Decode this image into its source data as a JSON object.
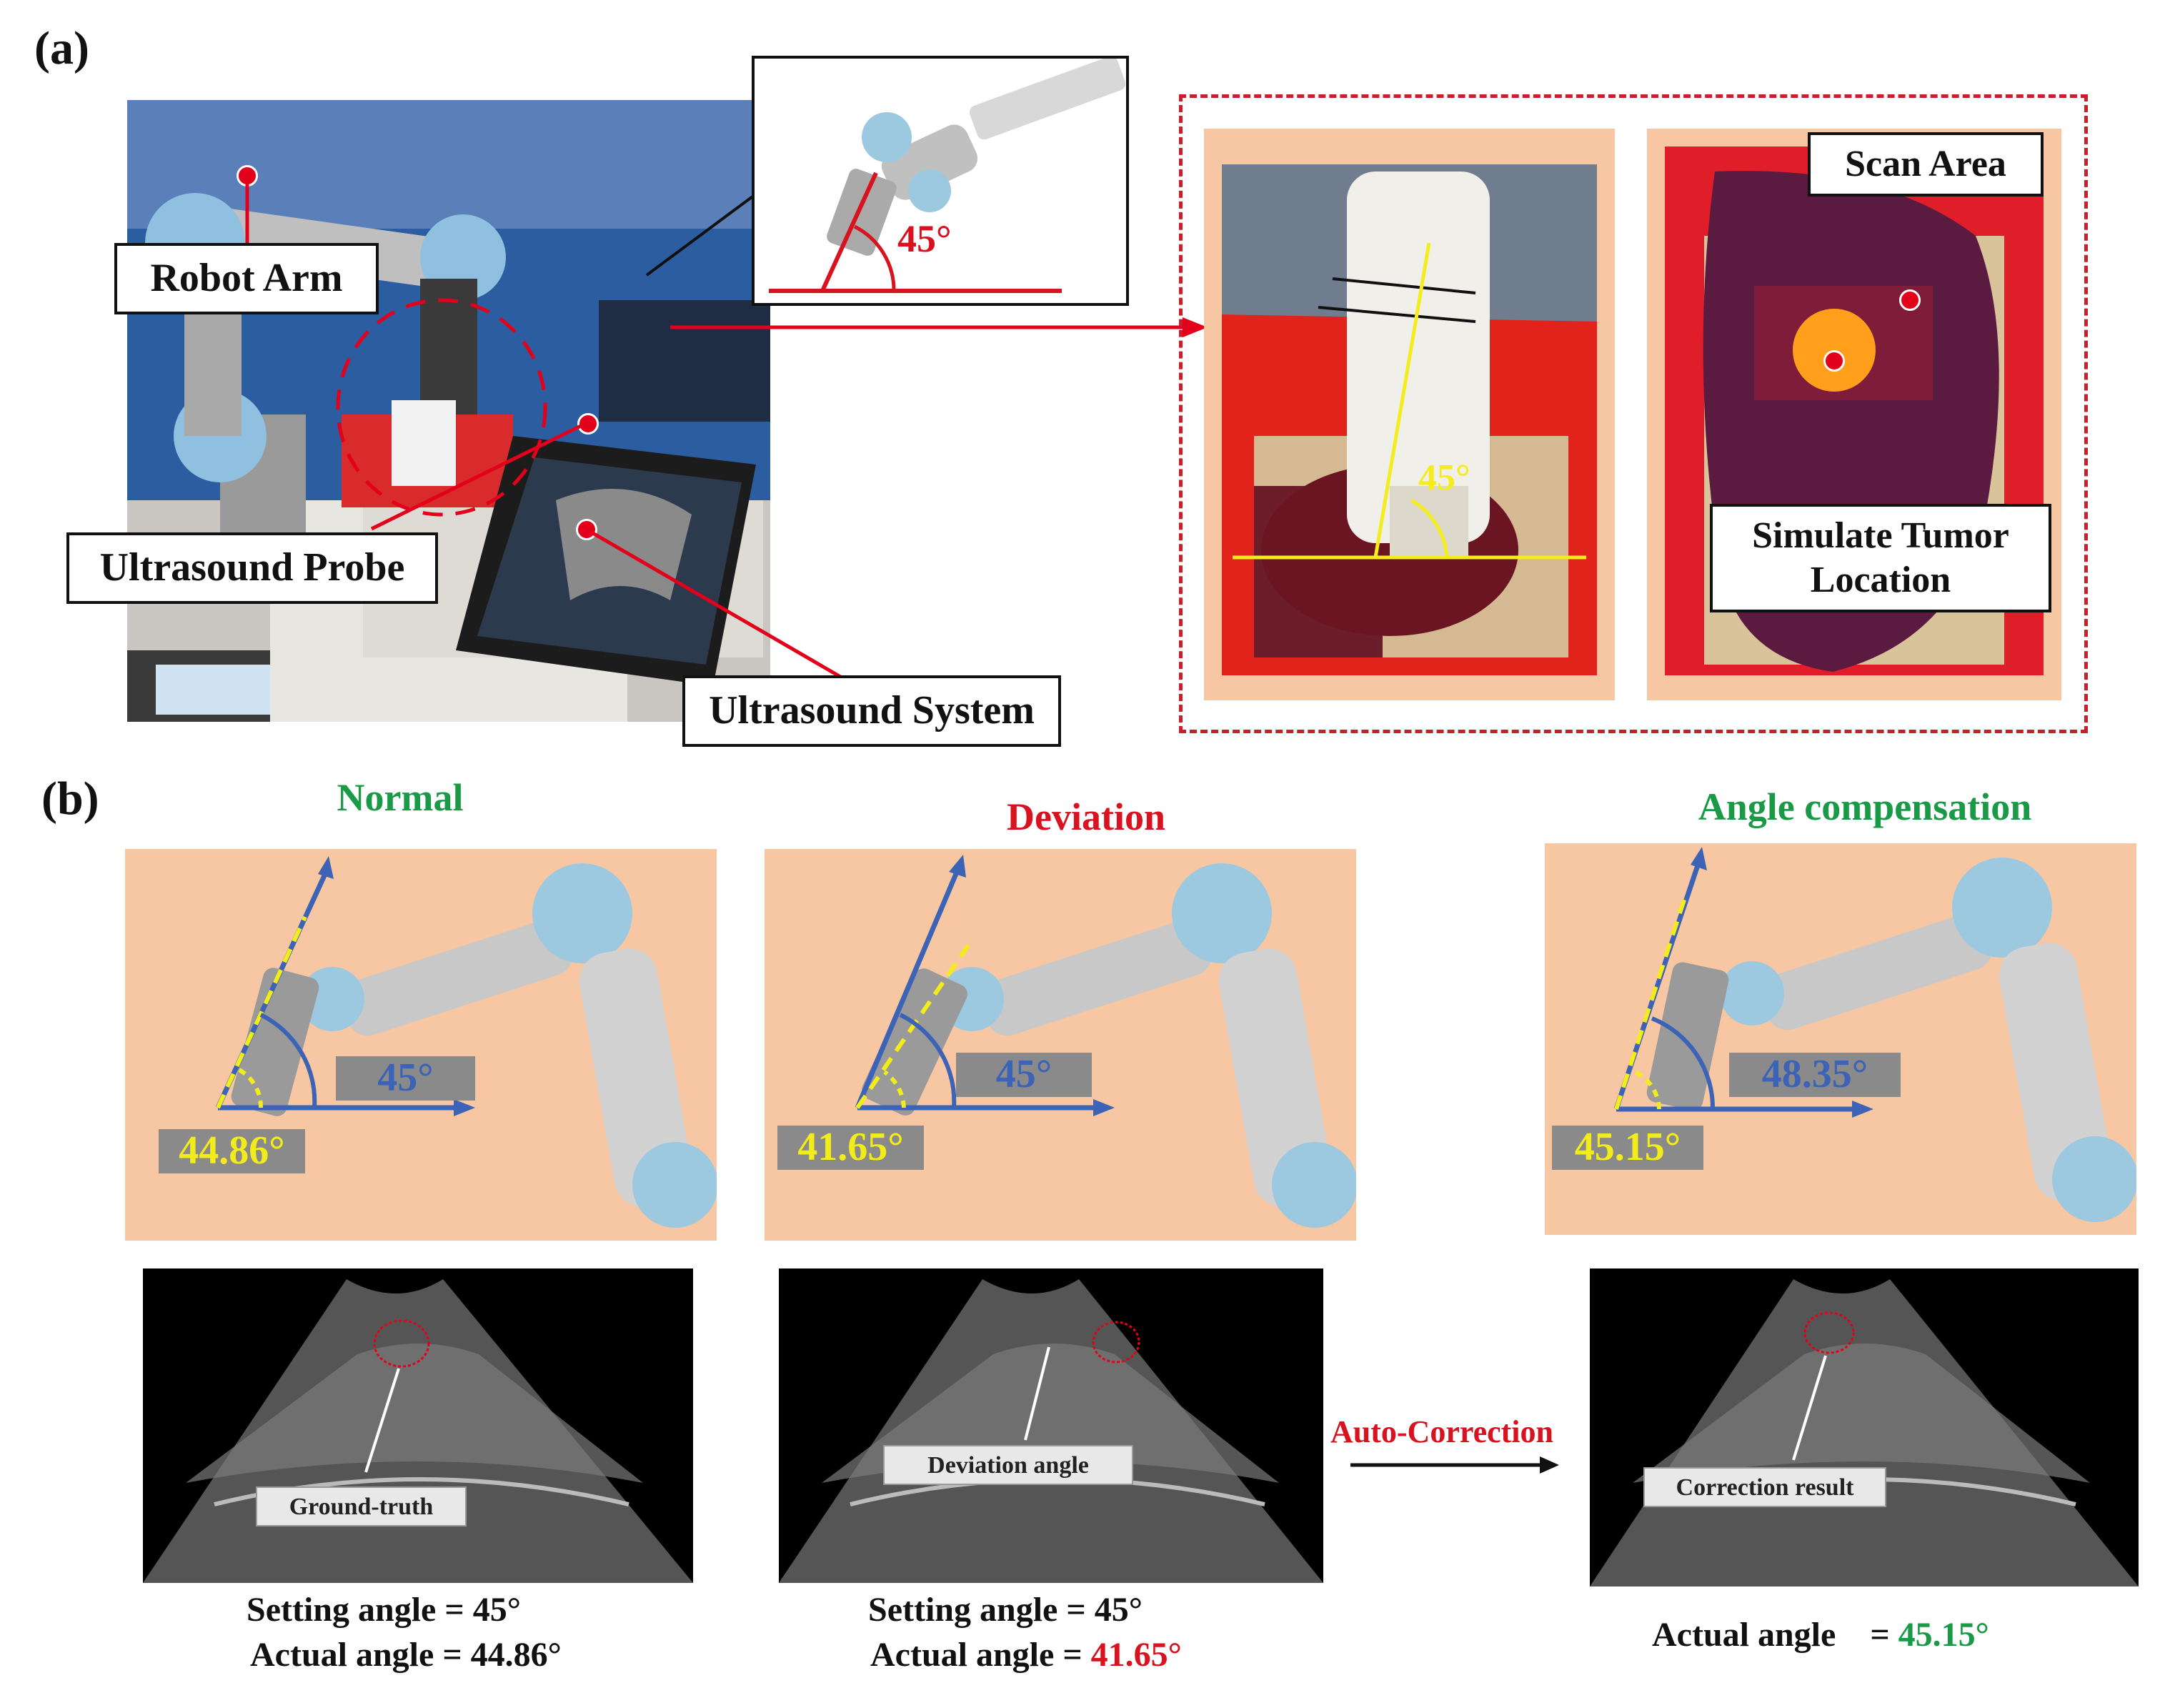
{
  "panel_a": {
    "letter": "(a)",
    "callouts": {
      "robot_arm": "Robot Arm",
      "ultrasound_probe": "Ultrasound Probe",
      "ultrasound_system": "Ultrasound System",
      "scan_area": "Scan Area",
      "simulate_tumor_line1": "Simulate Tumor",
      "simulate_tumor_line2": "Location"
    },
    "inset_angle": "45°",
    "phantom_angle": "45°"
  },
  "panel_b": {
    "letter": "(b)",
    "columns": [
      {
        "heading": "Normal",
        "set_angle_label": "45°",
        "measured_angle_label": "44.86°",
        "us_label": "Ground-truth",
        "caption_line1": "Setting angle = 45°",
        "caption_line2_prefix": "Actual angle  = ",
        "caption_line2_value": "44.86°"
      },
      {
        "heading": "Deviation",
        "set_angle_label": "45°",
        "measured_angle_label": "41.65°",
        "us_label": "Deviation angle",
        "caption_line1": "Setting angle = 45°",
        "caption_line2_prefix": "Actual angle  = ",
        "caption_line2_value": "41.65°"
      },
      {
        "heading": "Angle compensation",
        "set_angle_label": "48.35°",
        "measured_angle_label": "45.15°",
        "us_label": "Correction result",
        "caption_line2_prefix": "Actual angle    = ",
        "caption_line2_value": "45.15°"
      }
    ],
    "auto_correction": "Auto-Correction"
  },
  "colors": {
    "green": "#1a9a47",
    "red": "#d8121f",
    "yellow": "#f2ec1a",
    "blue": "#3c63b5",
    "scene_bg": "#f6c7a2"
  }
}
